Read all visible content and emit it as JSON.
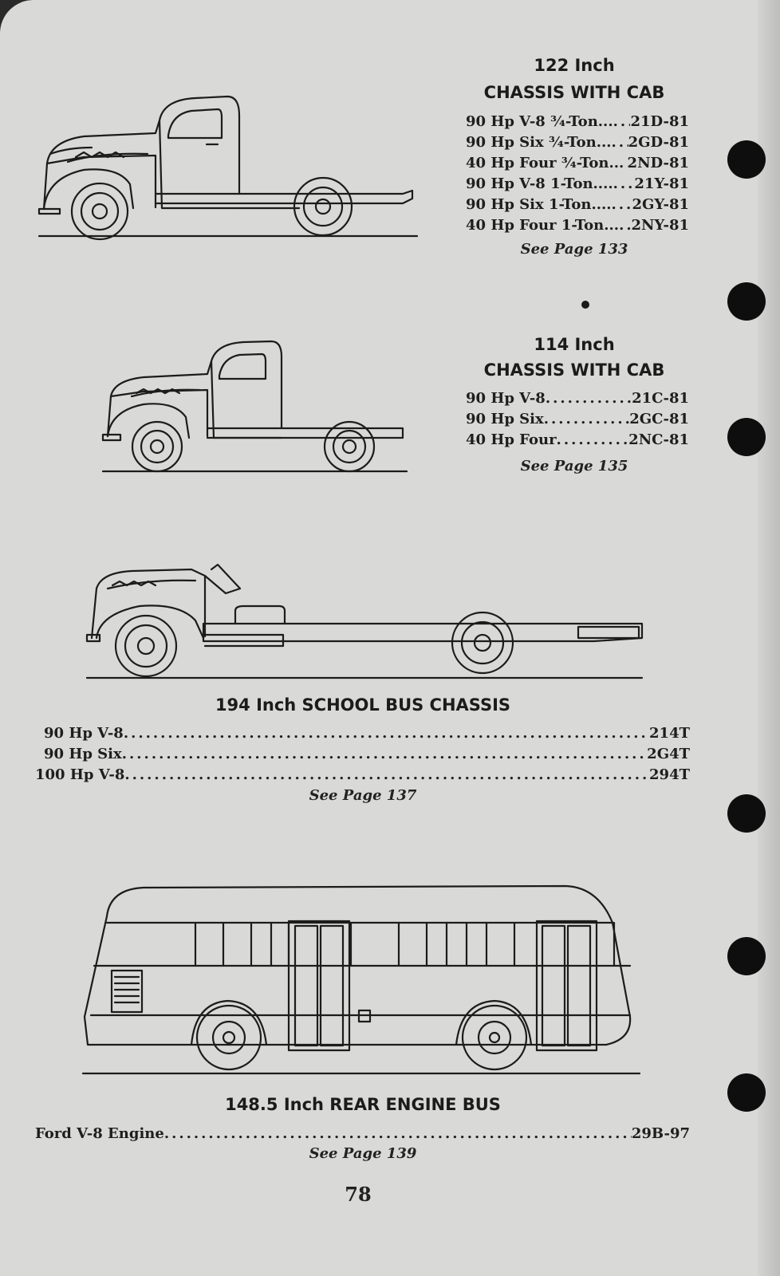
{
  "sections": [
    {
      "heading_line1": "122 Inch",
      "heading_line2": "CHASSIS WITH CAB",
      "specs": [
        {
          "label": "90 Hp V-8 ¾-Ton...",
          "code": "21D-81"
        },
        {
          "label": "90 Hp Six ¾-Ton...",
          "code": "2GD-81"
        },
        {
          "label": "40 Hp Four ¾-Ton..",
          "code": "2ND-81"
        },
        {
          "label": "90 Hp V-8 1-Ton....",
          "code": "21Y-81"
        },
        {
          "label": "90 Hp Six 1-Ton....",
          "code": "2GY-81"
        },
        {
          "label": "40 Hp Four 1-Ton...",
          "code": "2NY-81"
        }
      ],
      "see_page": "See Page 133"
    },
    {
      "heading_line1": "114 Inch",
      "heading_line2": "CHASSIS WITH CAB",
      "specs": [
        {
          "label": "90 Hp V-8",
          "code": "21C-81"
        },
        {
          "label": "90 Hp Six",
          "code": "2GC-81"
        },
        {
          "label": "40 Hp Four",
          "code": "2NC-81"
        }
      ],
      "see_page": "See Page 135"
    },
    {
      "heading": "194 Inch SCHOOL BUS CHASSIS",
      "specs": [
        {
          "label": "90 Hp V-8",
          "code": "214T"
        },
        {
          "label": "90 Hp Six",
          "code": "2G4T"
        },
        {
          "label": "100 Hp V-8",
          "code": "294T"
        }
      ],
      "see_page": "See Page 137"
    },
    {
      "heading": "148.5 Inch REAR ENGINE BUS",
      "specs": [
        {
          "label": "Ford V-8 Engine",
          "code": "29B-97"
        }
      ],
      "see_page": "See Page 139"
    }
  ],
  "page_number": "78"
}
